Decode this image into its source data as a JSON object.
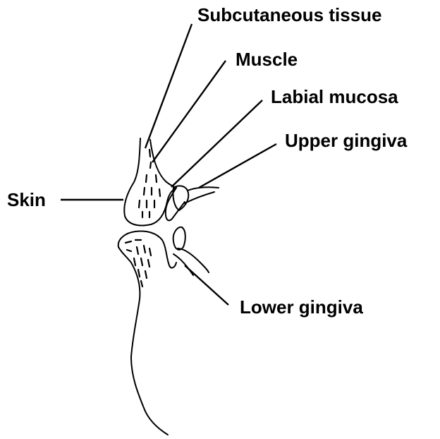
{
  "labels": {
    "subcutaneous": "Subcutaneous tissue",
    "muscle": "Muscle",
    "labial_mucosa": "Labial mucosa",
    "upper_gingiva": "Upper gingiva",
    "skin": "Skin",
    "lower_gingiva": "Lower gingiva"
  }
}
